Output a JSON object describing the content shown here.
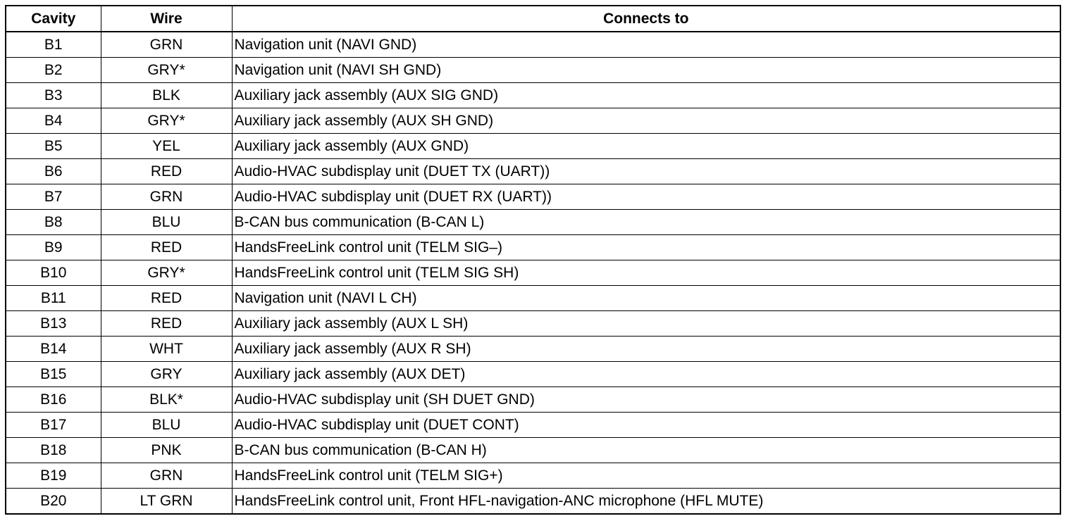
{
  "table": {
    "headers": {
      "cavity": "Cavity",
      "wire": "Wire",
      "connects_to": "Connects to"
    },
    "rows": [
      {
        "cavity": "B1",
        "wire": "GRN",
        "connects_to": "Navigation unit (NAVI GND)"
      },
      {
        "cavity": "B2",
        "wire": "GRY*",
        "connects_to": "Navigation unit (NAVI SH GND)"
      },
      {
        "cavity": "B3",
        "wire": "BLK",
        "connects_to": "Auxiliary jack assembly (AUX SIG GND)"
      },
      {
        "cavity": "B4",
        "wire": "GRY*",
        "connects_to": "Auxiliary jack assembly (AUX SH GND)"
      },
      {
        "cavity": "B5",
        "wire": "YEL",
        "connects_to": "Auxiliary jack assembly (AUX GND)"
      },
      {
        "cavity": "B6",
        "wire": "RED",
        "connects_to": "Audio-HVAC subdisplay unit (DUET TX (UART))"
      },
      {
        "cavity": "B7",
        "wire": "GRN",
        "connects_to": "Audio-HVAC subdisplay unit (DUET RX (UART))"
      },
      {
        "cavity": "B8",
        "wire": "BLU",
        "connects_to": "B-CAN bus communication (B-CAN L)"
      },
      {
        "cavity": "B9",
        "wire": "RED",
        "connects_to": "HandsFreeLink control unit (TELM SIG–)"
      },
      {
        "cavity": "B10",
        "wire": "GRY*",
        "connects_to": "HandsFreeLink control unit (TELM SIG SH)"
      },
      {
        "cavity": "B11",
        "wire": "RED",
        "connects_to": "Navigation unit (NAVI L CH)"
      },
      {
        "cavity": "B13",
        "wire": "RED",
        "connects_to": "Auxiliary jack assembly (AUX L SH)"
      },
      {
        "cavity": "B14",
        "wire": "WHT",
        "connects_to": "Auxiliary jack assembly (AUX R SH)"
      },
      {
        "cavity": "B15",
        "wire": "GRY",
        "connects_to": "Auxiliary jack assembly (AUX DET)"
      },
      {
        "cavity": "B16",
        "wire": "BLK*",
        "connects_to": "Audio-HVAC subdisplay unit (SH DUET GND)"
      },
      {
        "cavity": "B17",
        "wire": "BLU",
        "connects_to": "Audio-HVAC subdisplay unit (DUET CONT)"
      },
      {
        "cavity": "B18",
        "wire": "PNK",
        "connects_to": "B-CAN bus communication (B-CAN H)"
      },
      {
        "cavity": "B19",
        "wire": "GRN",
        "connects_to": "HandsFreeLink control unit (TELM SIG+)"
      },
      {
        "cavity": "B20",
        "wire": "LT GRN",
        "connects_to": "HandsFreeLink control unit, Front HFL-navigation-ANC microphone (HFL MUTE)"
      }
    ]
  }
}
